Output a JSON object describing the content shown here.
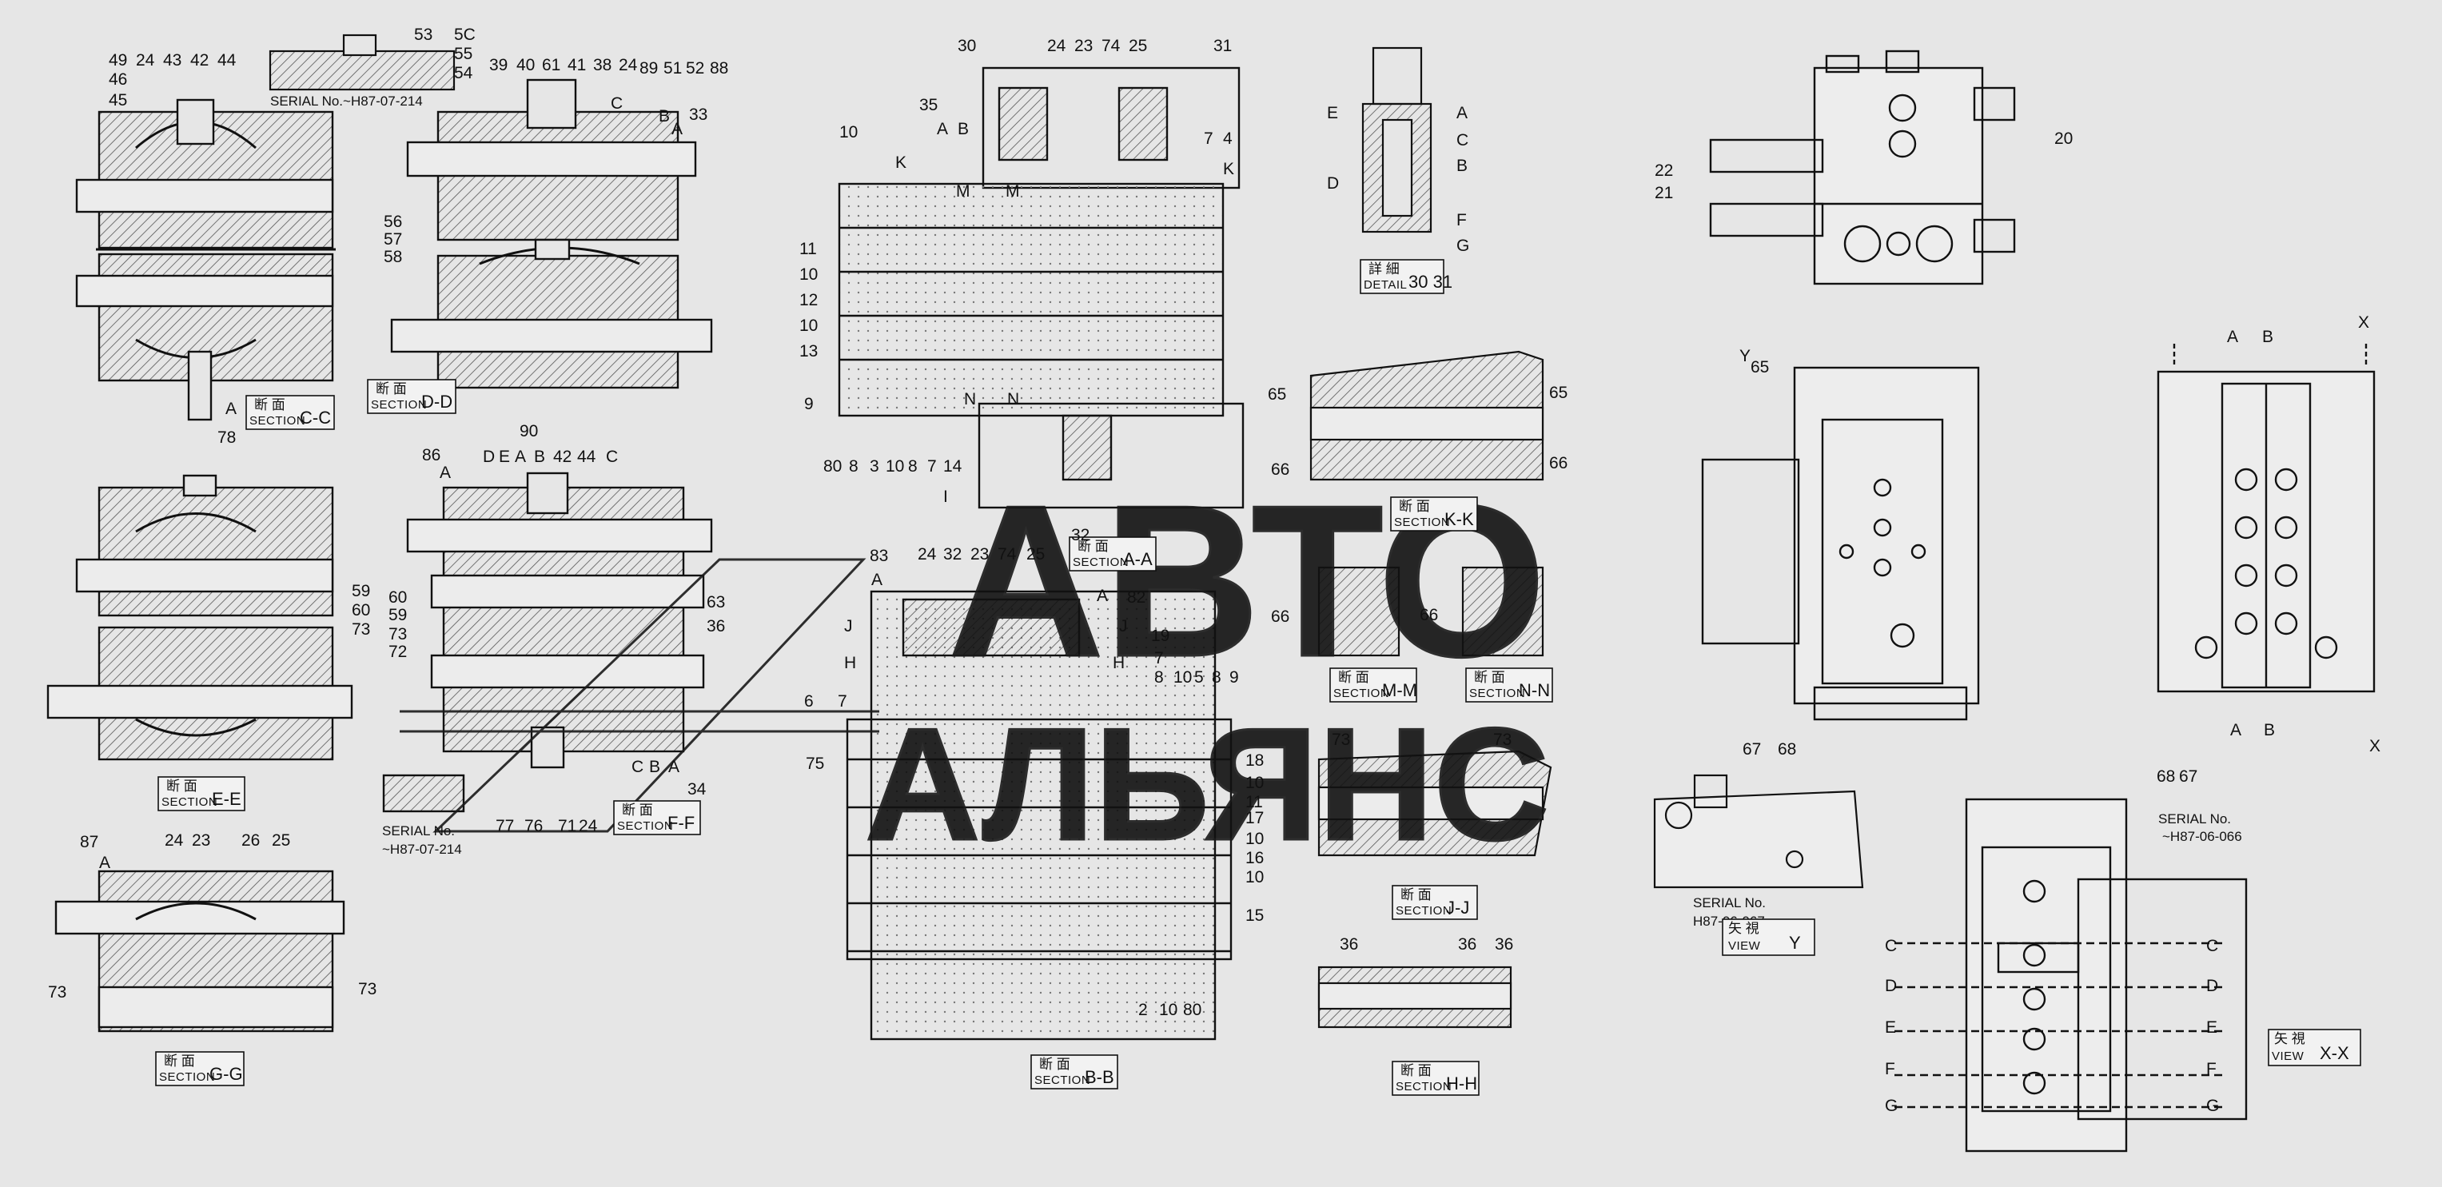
{
  "watermark": {
    "line1": "АВТО",
    "line2": "АЛЬЯНС",
    "color": "#1a1a1a"
  },
  "colors": {
    "background": "#e6e6e6",
    "ink": "#111111",
    "hatch": "#444444"
  },
  "serials": {
    "top_left": "SERIAL No.~H87-07-214",
    "ef": [
      "SERIAL No.",
      "~H87-07-214"
    ],
    "view_y": [
      "SERIAL No.",
      "H87-06-067~"
    ],
    "view_x": [
      "SERIAL No.",
      "~H87-06-066"
    ]
  },
  "captions": {
    "cc": {
      "jp": "断 面",
      "en": "SECTION",
      "id": "C-C"
    },
    "dd": {
      "jp": "断 面",
      "en": "SECTION",
      "id": "D-D"
    },
    "ee": {
      "jp": "断 面",
      "en": "SECTION",
      "id": "E-E"
    },
    "ff": {
      "jp": "断 面",
      "en": "SECTION",
      "id": "F-F"
    },
    "gg": {
      "jp": "断 面",
      "en": "SECTION",
      "id": "G-G"
    },
    "aa": {
      "jp": "断 面",
      "en": "SECTION",
      "id": "A-A"
    },
    "bb": {
      "jp": "断 面",
      "en": "SECTION",
      "id": "B-B"
    },
    "kk": {
      "jp": "断 面",
      "en": "SECTION",
      "id": "K-K"
    },
    "mm": {
      "jp": "断 面",
      "en": "SECTION",
      "id": "M-M"
    },
    "nn": {
      "jp": "断 面",
      "en": "SECTION",
      "id": "N-N"
    },
    "jj": {
      "jp": "断 面",
      "en": "SECTION",
      "id": "J-J"
    },
    "hh": {
      "jp": "断 面",
      "en": "SECTION",
      "id": "H-H"
    },
    "detail": {
      "jp": "詳 細",
      "en": "DETAIL",
      "id": "30 31"
    },
    "view_y": {
      "jp": "矢 視",
      "en": "VIEW",
      "id": "Y"
    },
    "view_x": {
      "jp": "矢 視",
      "en": "VIEW",
      "id": "X-X"
    }
  },
  "labels": {
    "l001": "49",
    "l002": "24",
    "l003": "43",
    "l004": "42",
    "l005": "44",
    "l006": "46",
    "l007": "45",
    "l008": "A",
    "l009": "78",
    "l010": "53",
    "l011": "5C",
    "l012": "55",
    "l013": "54",
    "l014": "39",
    "l015": "40",
    "l016": "61",
    "l017": "41",
    "l018": "38",
    "l019": "24",
    "l020": "89",
    "l021": "51",
    "l022": "52",
    "l023": "88",
    "l024": "C",
    "l025": "B",
    "l026": "A",
    "l027": "33",
    "l028": "56",
    "l029": "57",
    "l030": "58",
    "l031": "86",
    "l032": "A",
    "l033": "90",
    "l034": "D",
    "l035": "E",
    "l036": "A",
    "l037": "B",
    "l038": "42",
    "l039": "44",
    "l040": "C",
    "l041": "59",
    "l042": "60",
    "l043": "73",
    "l044": "60",
    "l045": "59",
    "l046": "73",
    "l047": "72",
    "l048": "63",
    "l049": "36",
    "l050": "C",
    "l051": "B",
    "l052": "A",
    "l053": "34",
    "l054": "77",
    "l055": "76",
    "l056": "71",
    "l057": "24",
    "l058": "87",
    "l059": "A",
    "l060": "24",
    "l061": "23",
    "l062": "26",
    "l063": "25",
    "l064": "73",
    "l065": "73",
    "l066": "30",
    "l067": "24",
    "l068": "23",
    "l069": "74",
    "l070": "25",
    "l071": "31",
    "l072": "35",
    "l073": "A",
    "l074": "B",
    "l075": "10",
    "l076": "K",
    "l077": "7",
    "l078": "4",
    "l079": "K",
    "l080": "M",
    "l081": "M",
    "l082": "11",
    "l083": "10",
    "l084": "12",
    "l085": "10",
    "l086": "13",
    "l087": "9",
    "l088": "N",
    "l089": "N",
    "l090": "80",
    "l091": "8",
    "l092": "3",
    "l093": "10",
    "l094": "8",
    "l095": "7",
    "l096": "14",
    "l097": "32",
    "l098": "I",
    "l099": "83",
    "l100": "24",
    "l101": "32",
    "l102": "23",
    "l103": "74",
    "l104": "25",
    "l105": "A",
    "l106": "82",
    "l107": "J",
    "l108": "A",
    "l109": "J",
    "l110": "19",
    "l111": "7",
    "l112": "H",
    "l113": "8",
    "l114": "10",
    "l115": "5",
    "l116": "8",
    "l117": "9",
    "l118": "H",
    "l119": "6",
    "l120": "7",
    "l121": "75",
    "l122": "18",
    "l123": "10",
    "l124": "11",
    "l125": "17",
    "l126": "10",
    "l127": "16",
    "l128": "10",
    "l129": "15",
    "l130": "2",
    "l131": "10",
    "l132": "80",
    "l133": "E",
    "l134": "A",
    "l135": "C",
    "l136": "B",
    "l137": "D",
    "l138": "F",
    "l139": "G",
    "l140": "65",
    "l141": "65",
    "l142": "66",
    "l143": "66",
    "l144": "66",
    "l145": "66",
    "l146": "73",
    "l147": "73",
    "l148": "36",
    "l149": "36",
    "l150": "36",
    "l151": "20",
    "l152": "22",
    "l153": "21",
    "l154": "Y",
    "l155": "65",
    "l156": "67",
    "l157": "68",
    "l158": "A",
    "l159": "B",
    "l160": "X",
    "l161": "A",
    "l162": "B",
    "l163": "X",
    "l164": "68",
    "l165": "67",
    "l166": "C",
    "l167": "C",
    "l168": "D",
    "l169": "D",
    "l170": "E",
    "l171": "E",
    "l172": "F",
    "l173": "F",
    "l174": "G",
    "l175": "G"
  }
}
